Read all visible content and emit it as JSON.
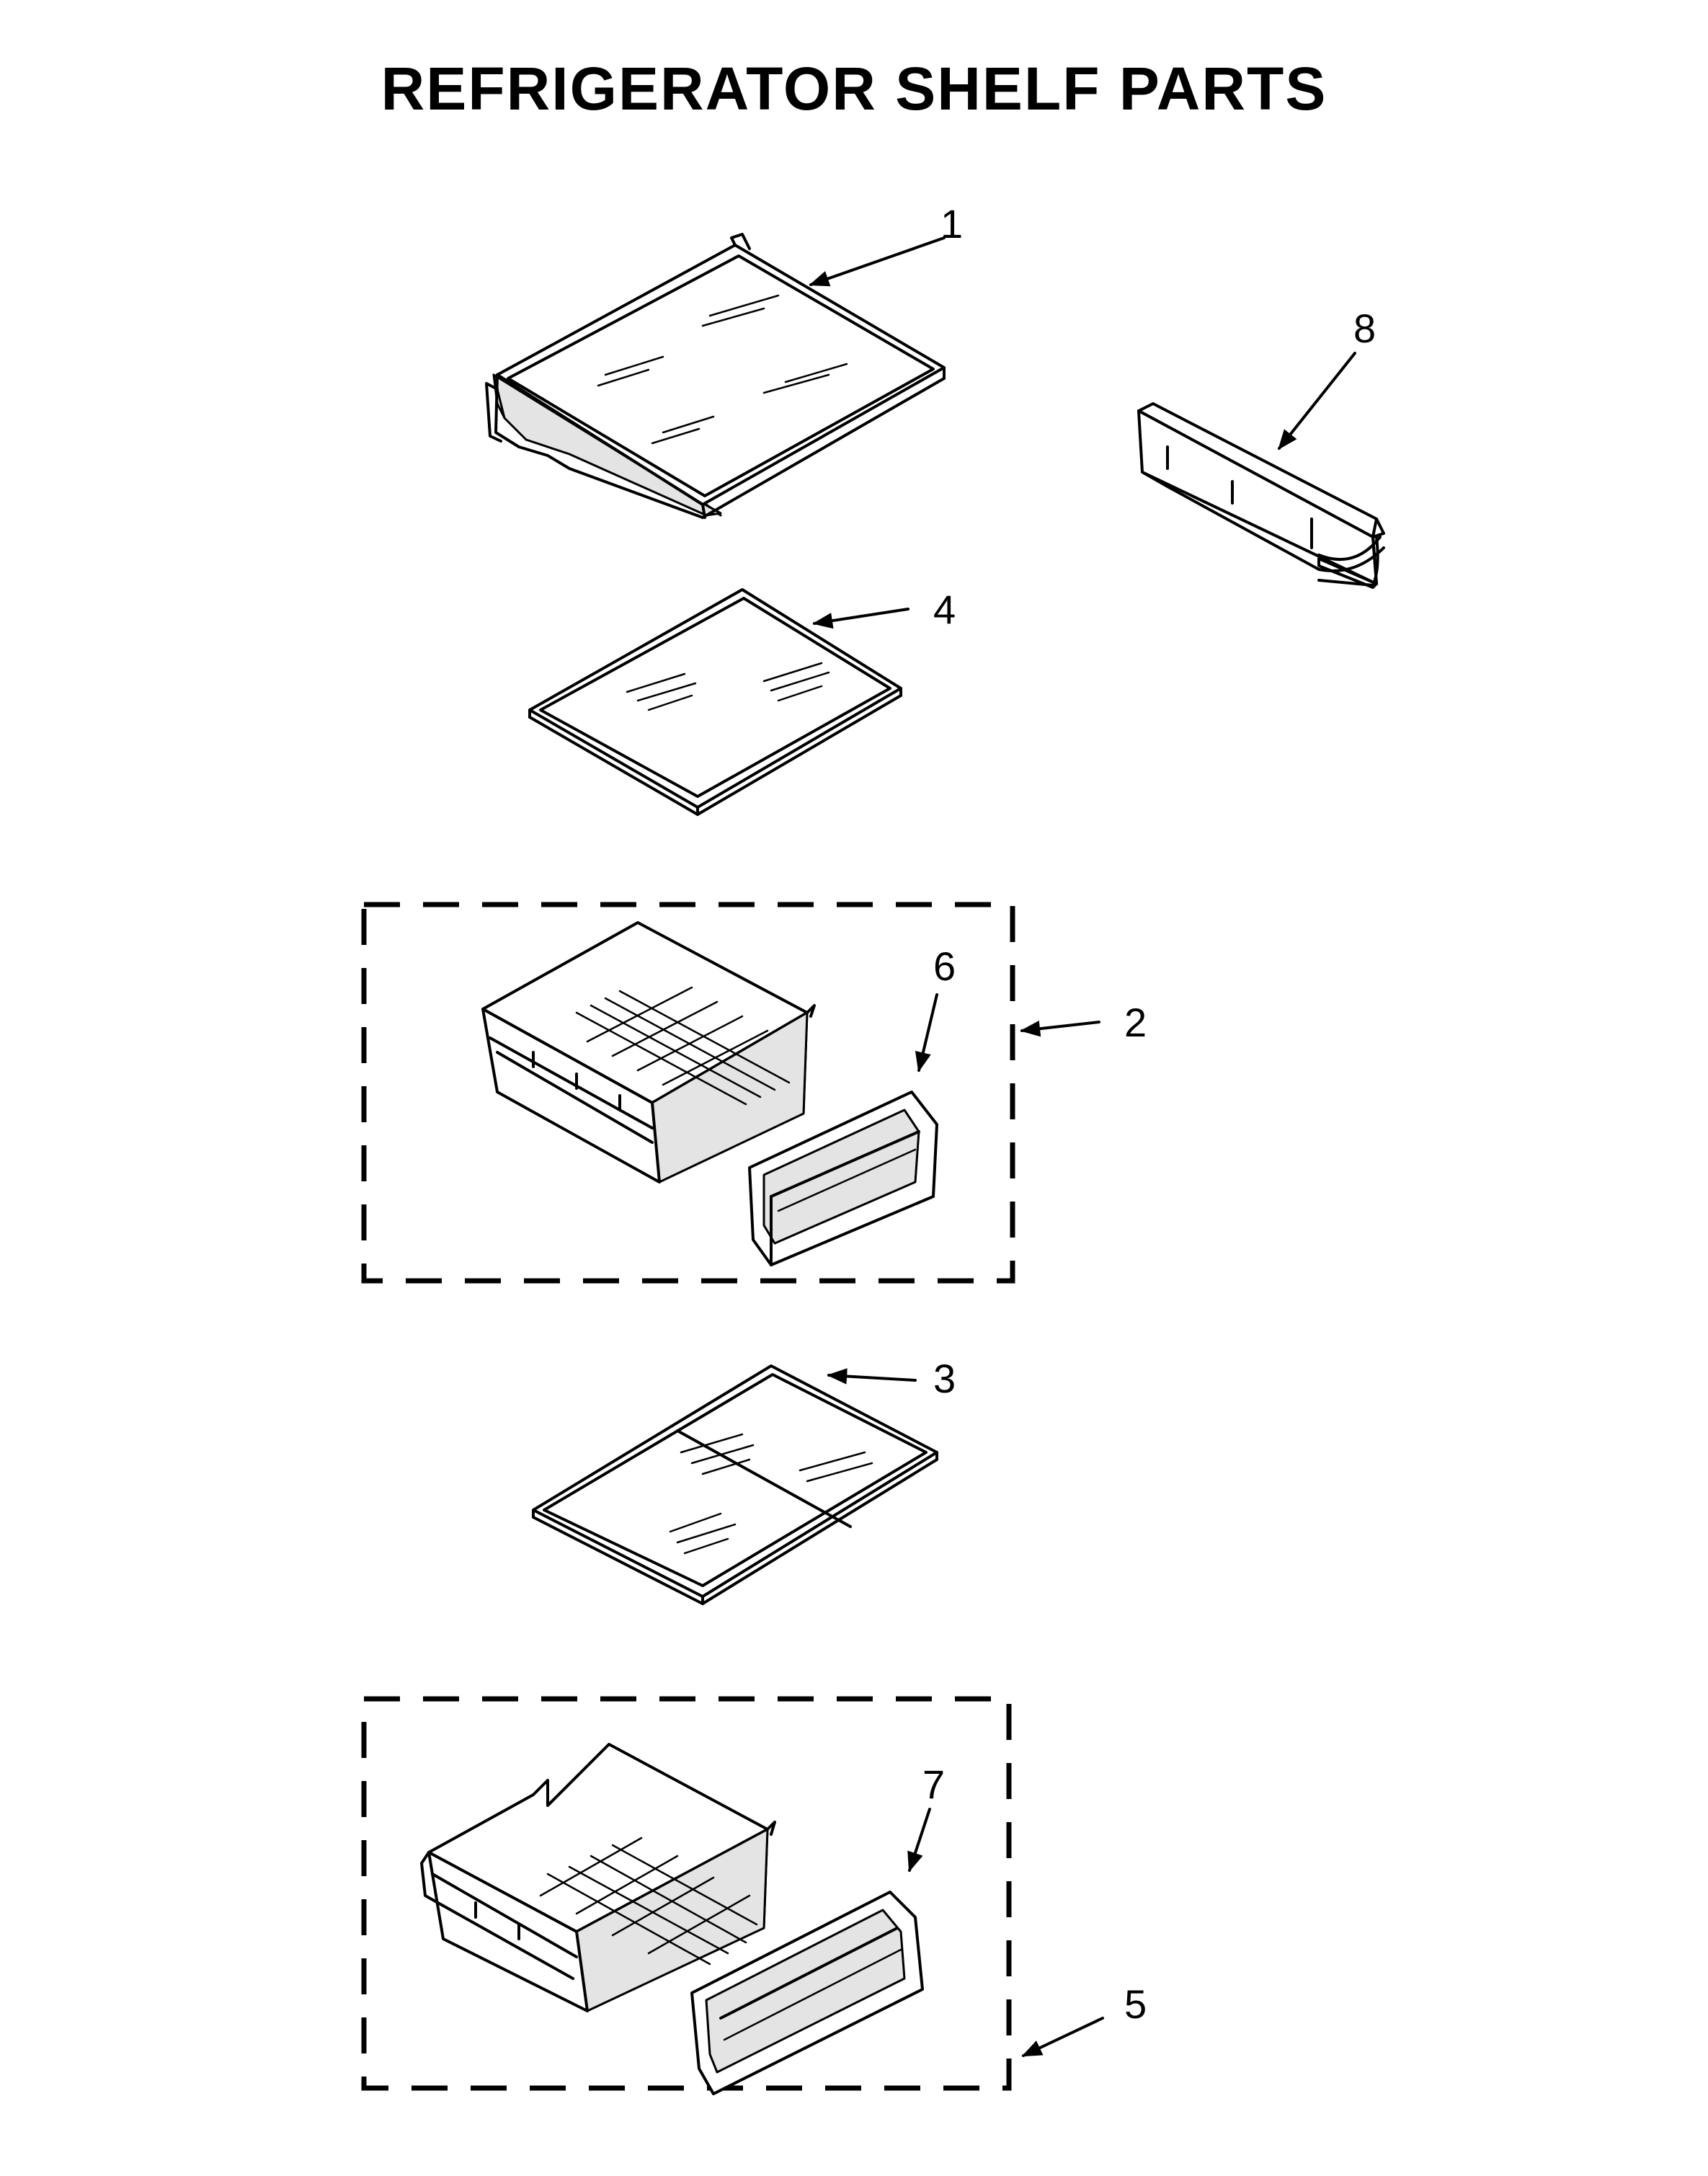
{
  "title": "REFRIGERATOR SHELF PARTS",
  "callouts": [
    {
      "id": "1",
      "part": "glass-shelf-with-brackets"
    },
    {
      "id": "8",
      "part": "shelf-rail"
    },
    {
      "id": "4",
      "part": "glass-shelf"
    },
    {
      "id": "6",
      "part": "crisper-drawer-front"
    },
    {
      "id": "2",
      "part": "crisper-drawer-assembly"
    },
    {
      "id": "3",
      "part": "glass-shelf"
    },
    {
      "id": "7",
      "part": "pantry-drawer-front"
    },
    {
      "id": "5",
      "part": "pantry-drawer-assembly"
    }
  ]
}
